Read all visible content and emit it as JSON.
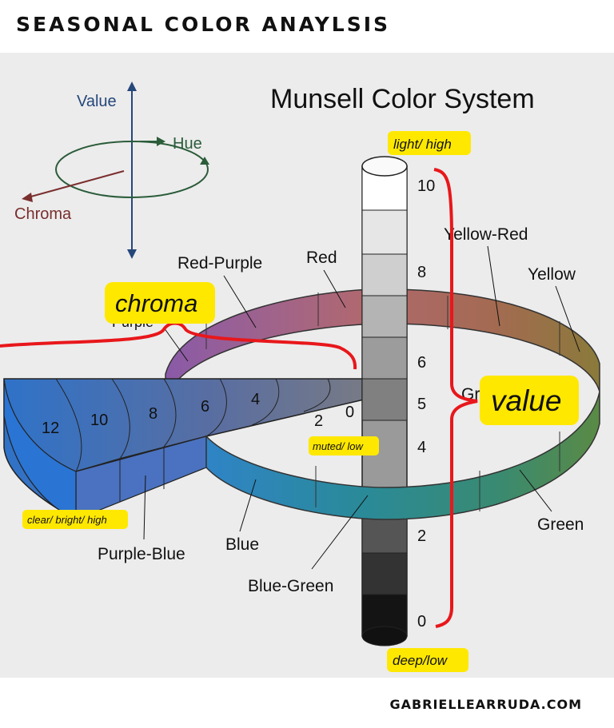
{
  "header": {
    "title": "SEASONAL COLOR ANAYLSIS"
  },
  "footer": {
    "site": "GABRIELLEARRUDA.COM"
  },
  "diagram": {
    "title": "Munsell Color System",
    "legend": {
      "value": "Value",
      "hue": "Hue",
      "chroma": "Chroma"
    },
    "hues": {
      "red_purple": "Red-Purple",
      "red": "Red",
      "yellow_red": "Yellow-Red",
      "yellow": "Yellow",
      "green_partial": "Gr",
      "green": "Green",
      "blue_green": "Blue-Green",
      "blue": "Blue",
      "purple_blue": "Purple-Blue",
      "purple_partial": "Purple"
    },
    "value_scale": [
      "10",
      "8",
      "6",
      "5",
      "4",
      "2",
      "0"
    ],
    "chroma_scale": [
      "12",
      "10",
      "8",
      "6",
      "4",
      "2",
      "0"
    ],
    "highlights": {
      "light_high": "light/ high",
      "deep_low": "deep/low",
      "muted_low": "muted/ low",
      "clear_bright_high": "clear/ bright/ high",
      "chroma": "chroma",
      "value": "value"
    },
    "colors": {
      "highlight": "#ffe800",
      "bracket": "#e8171b"
    }
  }
}
